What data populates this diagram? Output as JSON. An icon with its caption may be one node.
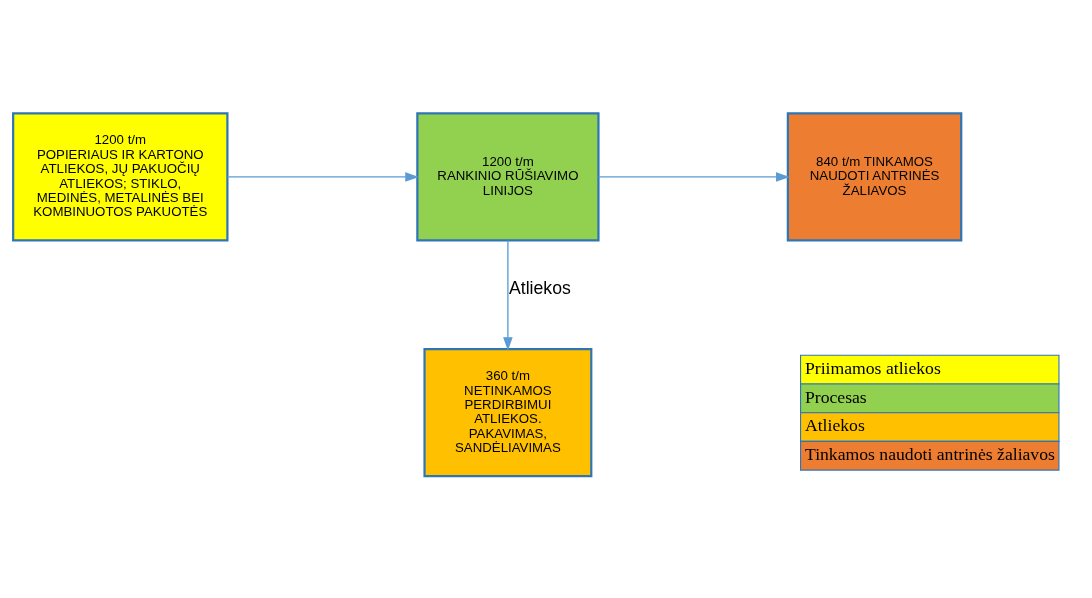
{
  "diagram": {
    "nodes": [
      {
        "text": [
          "1200 t/m",
          "POPIERIAUS IR KARTONO ATLIEKOS, JŲ PAKUOČIŲ ATLIEKOS; STIKLO, MEDINĖS, METALINĖS BEI KOMBINUOTOS PAKUOTĖS"
        ]
      },
      {
        "text": [
          "1200 t/m",
          "RANKINIO RŪŠIAVIMO LINIJOS"
        ]
      },
      {
        "text": [
          "840 t/m TINKAMOS NAUDOTI ANTRINĖS ŽALIAVOS"
        ]
      },
      {
        "text": [
          "360 t/m",
          "NETINKAMOS PERDIRBIMUI ATLIEKOS. PAKAVIMAS, SANDĖLIAVIMAS"
        ]
      }
    ],
    "edges": [
      {
        "from": 0,
        "to": 1,
        "arrow": "to"
      },
      {
        "from": 1,
        "to": 2,
        "arrow": "to"
      },
      {
        "from": 1,
        "to": 3,
        "label": "Atliekos",
        "arrow": "to"
      }
    ],
    "legend": [
      {
        "text": "Priimamos atliekos",
        "color": "#ffff00"
      },
      {
        "text": "Procesas",
        "color": "#92d050"
      },
      {
        "text": "Atliekos",
        "color": "#ffc000"
      },
      {
        "text": "Tinkamos naudoti antrinės žaliavos",
        "color": "#ed7d31"
      }
    ]
  }
}
